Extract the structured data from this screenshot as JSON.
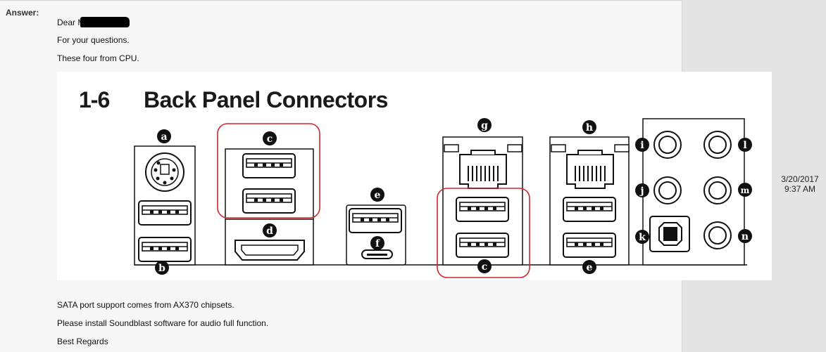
{
  "answer_label": "Answer:",
  "greeting": "Dear Mr",
  "lines": {
    "questions": "For your questions.",
    "cpu": "These four from CPU.",
    "sata": "SATA port support comes from AX370 chipsets.",
    "sound": "Please install Soundblast software for audio full function.",
    "regards": "Best Regards"
  },
  "timestamp": {
    "date": "3/20/2017",
    "time": "9:37 AM"
  },
  "figure": {
    "number": "1-6",
    "title": "Back Panel Connectors",
    "labels": {
      "a": "a",
      "b": "b",
      "c_top": "c",
      "c_bottom": "c",
      "d": "d",
      "e_mid": "e",
      "e_right": "e",
      "f": "f",
      "g": "g",
      "h": "h",
      "i": "i",
      "j": "j",
      "k": "k",
      "l": "l",
      "m": "m",
      "n": "n"
    },
    "highlight_color": "#d0262c"
  }
}
